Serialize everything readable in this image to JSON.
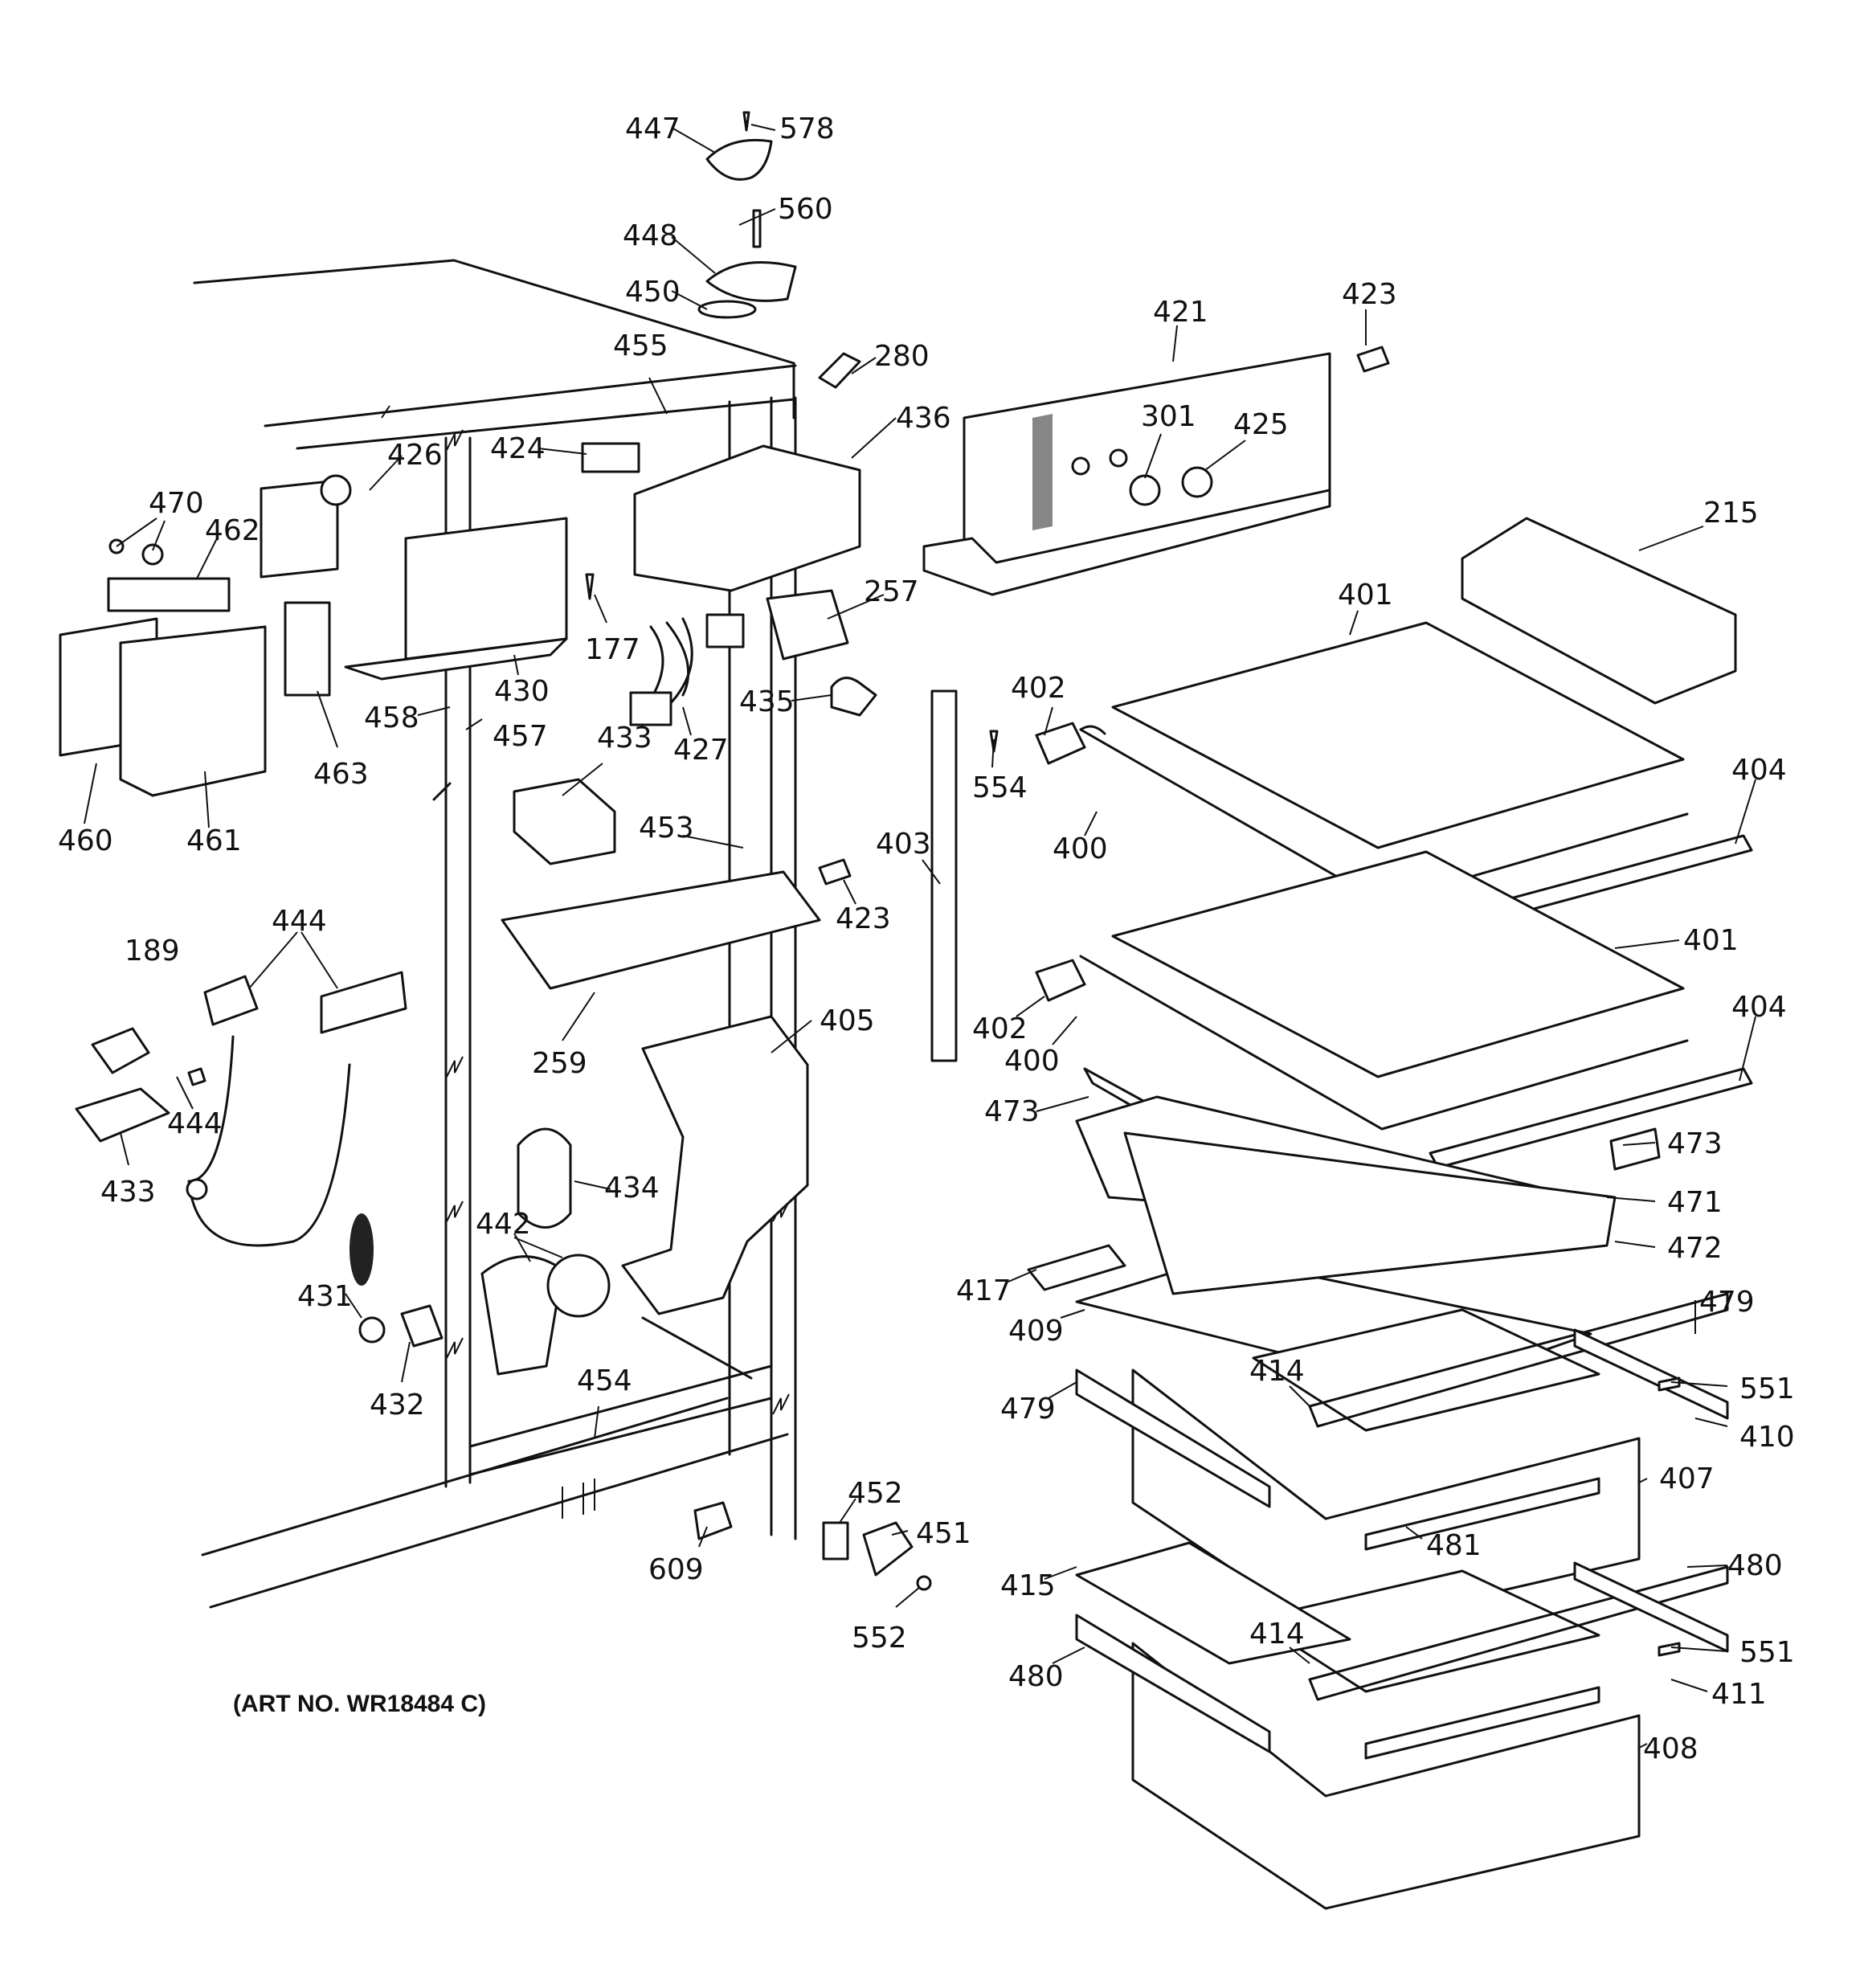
{
  "art_number": "(ART NO. WR18484 C)",
  "part_labels": [
    {
      "id": "lbl-447",
      "text": "447"
    },
    {
      "id": "lbl-578",
      "text": "578"
    },
    {
      "id": "lbl-560",
      "text": "560"
    },
    {
      "id": "lbl-448",
      "text": "448"
    },
    {
      "id": "lbl-450",
      "text": "450"
    },
    {
      "id": "lbl-455",
      "text": "455"
    },
    {
      "id": "lbl-280",
      "text": "280"
    },
    {
      "id": "lbl-436",
      "text": "436"
    },
    {
      "id": "lbl-424",
      "text": "424"
    },
    {
      "id": "lbl-426",
      "text": "426"
    },
    {
      "id": "lbl-470",
      "text": "470"
    },
    {
      "id": "lbl-462",
      "text": "462"
    },
    {
      "id": "lbl-177",
      "text": "177"
    },
    {
      "id": "lbl-430",
      "text": "430"
    },
    {
      "id": "lbl-458",
      "text": "458"
    },
    {
      "id": "lbl-457",
      "text": "457"
    },
    {
      "id": "lbl-463",
      "text": "463"
    },
    {
      "id": "lbl-460",
      "text": "460"
    },
    {
      "id": "lbl-461",
      "text": "461"
    },
    {
      "id": "lbl-257",
      "text": "257"
    },
    {
      "id": "lbl-435",
      "text": "435"
    },
    {
      "id": "lbl-427",
      "text": "427"
    },
    {
      "id": "lbl-433a",
      "text": "433"
    },
    {
      "id": "lbl-453",
      "text": "453"
    },
    {
      "id": "lbl-423a",
      "text": "423"
    },
    {
      "id": "lbl-421",
      "text": "421"
    },
    {
      "id": "lbl-423b",
      "text": "423"
    },
    {
      "id": "lbl-301",
      "text": "301"
    },
    {
      "id": "lbl-425",
      "text": "425"
    },
    {
      "id": "lbl-215",
      "text": "215"
    },
    {
      "id": "lbl-401a",
      "text": "401"
    },
    {
      "id": "lbl-402a",
      "text": "402"
    },
    {
      "id": "lbl-554",
      "text": "554"
    },
    {
      "id": "lbl-403",
      "text": "403"
    },
    {
      "id": "lbl-400a",
      "text": "400"
    },
    {
      "id": "lbl-404a",
      "text": "404"
    },
    {
      "id": "lbl-401b",
      "text": "401"
    },
    {
      "id": "lbl-402b",
      "text": "402"
    },
    {
      "id": "lbl-400b",
      "text": "400"
    },
    {
      "id": "lbl-404b",
      "text": "404"
    },
    {
      "id": "lbl-444a",
      "text": "444"
    },
    {
      "id": "lbl-189",
      "text": "189"
    },
    {
      "id": "lbl-444b",
      "text": "444"
    },
    {
      "id": "lbl-433b",
      "text": "433"
    },
    {
      "id": "lbl-259",
      "text": "259"
    },
    {
      "id": "lbl-405",
      "text": "405"
    },
    {
      "id": "lbl-434",
      "text": "434"
    },
    {
      "id": "lbl-442",
      "text": "442"
    },
    {
      "id": "lbl-431",
      "text": "431"
    },
    {
      "id": "lbl-432",
      "text": "432"
    },
    {
      "id": "lbl-454",
      "text": "454"
    },
    {
      "id": "lbl-473a",
      "text": "473"
    },
    {
      "id": "lbl-473b",
      "text": "473"
    },
    {
      "id": "lbl-471",
      "text": "471"
    },
    {
      "id": "lbl-472",
      "text": "472"
    },
    {
      "id": "lbl-417",
      "text": "417"
    },
    {
      "id": "lbl-409",
      "text": "409"
    },
    {
      "id": "lbl-479a",
      "text": "479"
    },
    {
      "id": "lbl-414a",
      "text": "414"
    },
    {
      "id": "lbl-551a",
      "text": "551"
    },
    {
      "id": "lbl-479b",
      "text": "479"
    },
    {
      "id": "lbl-410",
      "text": "410"
    },
    {
      "id": "lbl-407",
      "text": "407"
    },
    {
      "id": "lbl-481",
      "text": "481"
    },
    {
      "id": "lbl-452",
      "text": "452"
    },
    {
      "id": "lbl-451",
      "text": "451"
    },
    {
      "id": "lbl-609",
      "text": "609"
    },
    {
      "id": "lbl-552",
      "text": "552"
    },
    {
      "id": "lbl-415",
      "text": "415"
    },
    {
      "id": "lbl-480a",
      "text": "480"
    },
    {
      "id": "lbl-414b",
      "text": "414"
    },
    {
      "id": "lbl-551b",
      "text": "551"
    },
    {
      "id": "lbl-480b",
      "text": "480"
    },
    {
      "id": "lbl-411",
      "text": "411"
    },
    {
      "id": "lbl-408",
      "text": "408"
    }
  ]
}
